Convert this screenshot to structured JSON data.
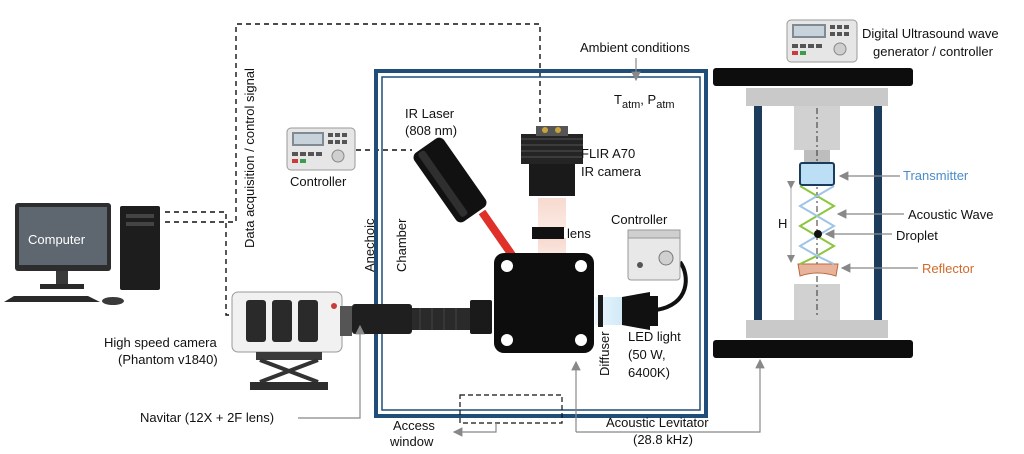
{
  "labels": {
    "data_acquisition": "Data acquisition / control signal",
    "ambient": "Ambient conditions",
    "t_atm_base": "T",
    "t_atm_sub": "atm",
    "p_atm_base": "P",
    "p_atm_sub": "atm",
    "ir_laser_line1": "IR Laser",
    "ir_laser_line2": "(808 nm)",
    "flir_line1": "FLIR A70",
    "flir_line2": "IR camera",
    "controller_left": "Controller",
    "controller_right": "Controller",
    "computer": "Computer",
    "anechoic": "Anechoic",
    "chamber": "Chamber",
    "lens": "lens",
    "diffuser": "Diffuser",
    "led_line1": "LED light",
    "led_line2": "(50 W,",
    "led_line3": "6400K)",
    "hs_camera_line1": "High speed camera",
    "hs_camera_line2": "(Phantom v1840)",
    "navitar": "Navitar (12X + 2F lens)",
    "access_line1": "Access",
    "access_line2": "window",
    "levitator_line1": "Acoustic Levitator",
    "levitator_line2": "(28.8 kHz)",
    "generator_line1": "Digital Ultrasound wave",
    "generator_line2": "generator / controller",
    "transmitter": "Transmitter",
    "acoustic_wave": "Acoustic Wave",
    "droplet": "Droplet",
    "reflector": "Reflector",
    "h": "H"
  },
  "colors": {
    "chamber_border": "#1f4e79",
    "transmitter_text": "#4a8cc9",
    "reflector_text": "#d06a2a",
    "laser_beam": "#e0302a",
    "wave_green": "#8cc63f",
    "wave_blue": "#9ec5e8"
  }
}
